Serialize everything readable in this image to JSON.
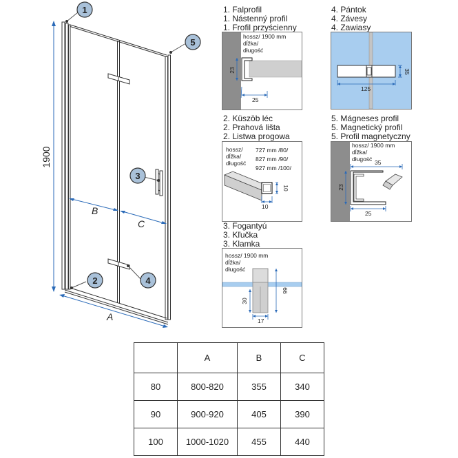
{
  "main_drawing": {
    "height_label": "1900",
    "width_label_a": "A",
    "width_label_b": "B",
    "width_label_c": "C",
    "callouts": [
      "1",
      "2",
      "3",
      "4",
      "5"
    ]
  },
  "panels": {
    "profile1": {
      "lines": [
        "1. Falprofil",
        "1. Nástenný profil",
        "1. Frofil przyścienny"
      ],
      "note": [
        "hossz/ 1900 mm",
        "dĺžka/",
        "długość"
      ],
      "dim_h": "23",
      "dim_w": "25"
    },
    "hinges4": {
      "lines": [
        "4. Pántok",
        "4. Závesy",
        "4. Zawiasy"
      ],
      "dim_w": "125",
      "dim_h": "35"
    },
    "threshold2": {
      "lines": [
        "2. Küszöb léc",
        "2. Prahová lišta",
        "2. Listwa progowa"
      ],
      "note": [
        "hossz/",
        "dĺžka/",
        "długość"
      ],
      "sizes": [
        "727 mm /80/",
        "827 mm /90/",
        "927 mm /100/"
      ],
      "dim_h": "10",
      "dim_w": "10"
    },
    "magnetic5": {
      "lines": [
        "5. Mágneses profil",
        "5. Magnetický profil",
        "5. Profil magnetyczny"
      ],
      "note": [
        "hossz/ 1900 mm",
        "dĺžka/",
        "długość"
      ],
      "dim_top": "35",
      "dim_side": "23",
      "dim_bottom": "25"
    },
    "handle3": {
      "lines": [
        "3. Fogantyú",
        "3. Kľučka",
        "3. Klamka"
      ],
      "note": [
        "hossz/ 1900 mm",
        "dĺžka/",
        "długość"
      ],
      "dim_30": "30",
      "dim_66": "66",
      "dim_17": "17"
    }
  },
  "table": {
    "headers": [
      "",
      "A",
      "B",
      "C"
    ],
    "rows": [
      [
        "80",
        "800-820",
        "355",
        "340"
      ],
      [
        "90",
        "900-920",
        "405",
        "390"
      ],
      [
        "100",
        "1000-1020",
        "455",
        "440"
      ]
    ]
  },
  "colors": {
    "glass_blue": "#a8cdef",
    "wall_gray": "#8d8d8d",
    "callout_fill": "#a9c1d9",
    "dim_blue": "#2a6ab8",
    "rubber_gray": "#b9b9b9"
  }
}
